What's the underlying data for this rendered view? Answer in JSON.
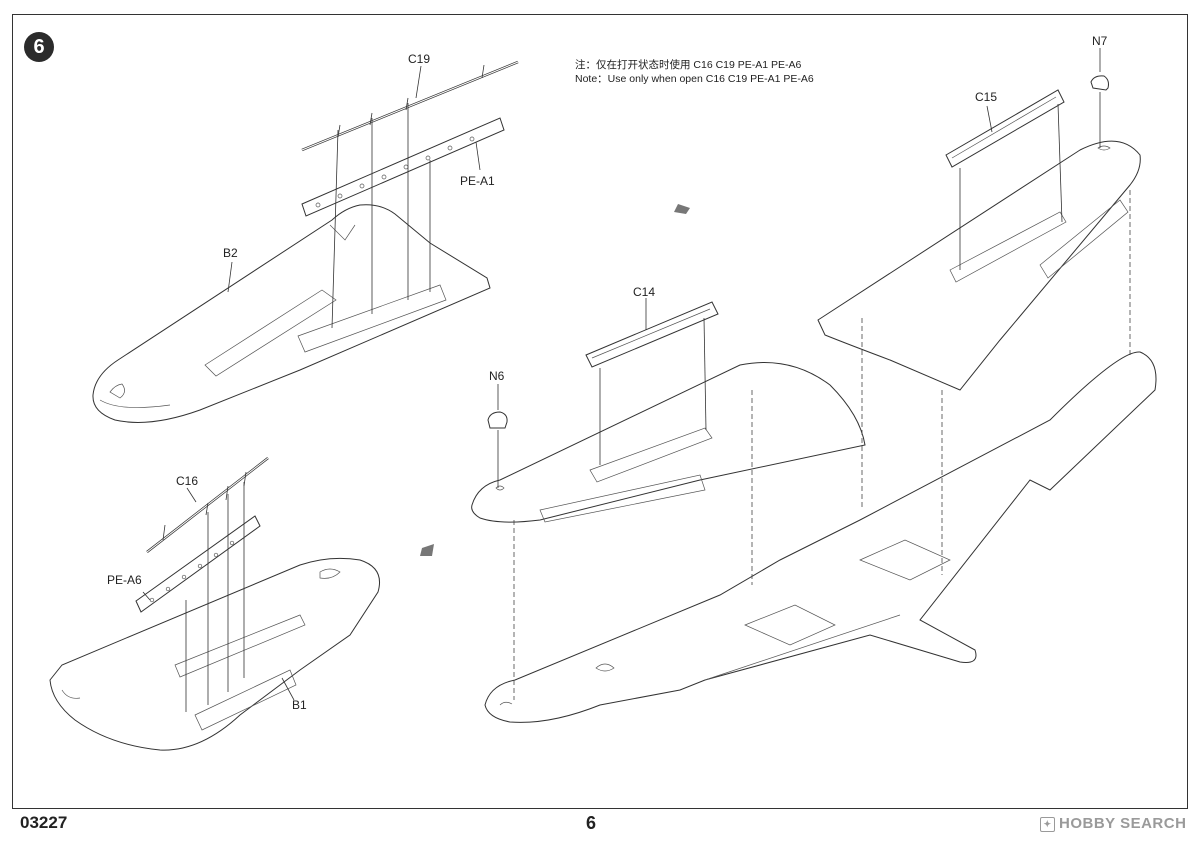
{
  "step": {
    "number": "6"
  },
  "note": {
    "cn": "注：仅在打开状态时使用 C16 C19 PE-A1 PE-A6",
    "en": "Note：Use only when open C16 C19 PE-A1 PE-A6"
  },
  "labels": {
    "c19": "C19",
    "pe_a1": "PE-A1",
    "b2": "B2",
    "c16": "C16",
    "pe_a6": "PE-A6",
    "b1": "B1",
    "c14": "C14",
    "n6": "N6",
    "c15": "C15",
    "n7": "N7"
  },
  "footer": {
    "code": "03227",
    "page": "6",
    "watermark": "HOBBY SEARCH"
  }
}
